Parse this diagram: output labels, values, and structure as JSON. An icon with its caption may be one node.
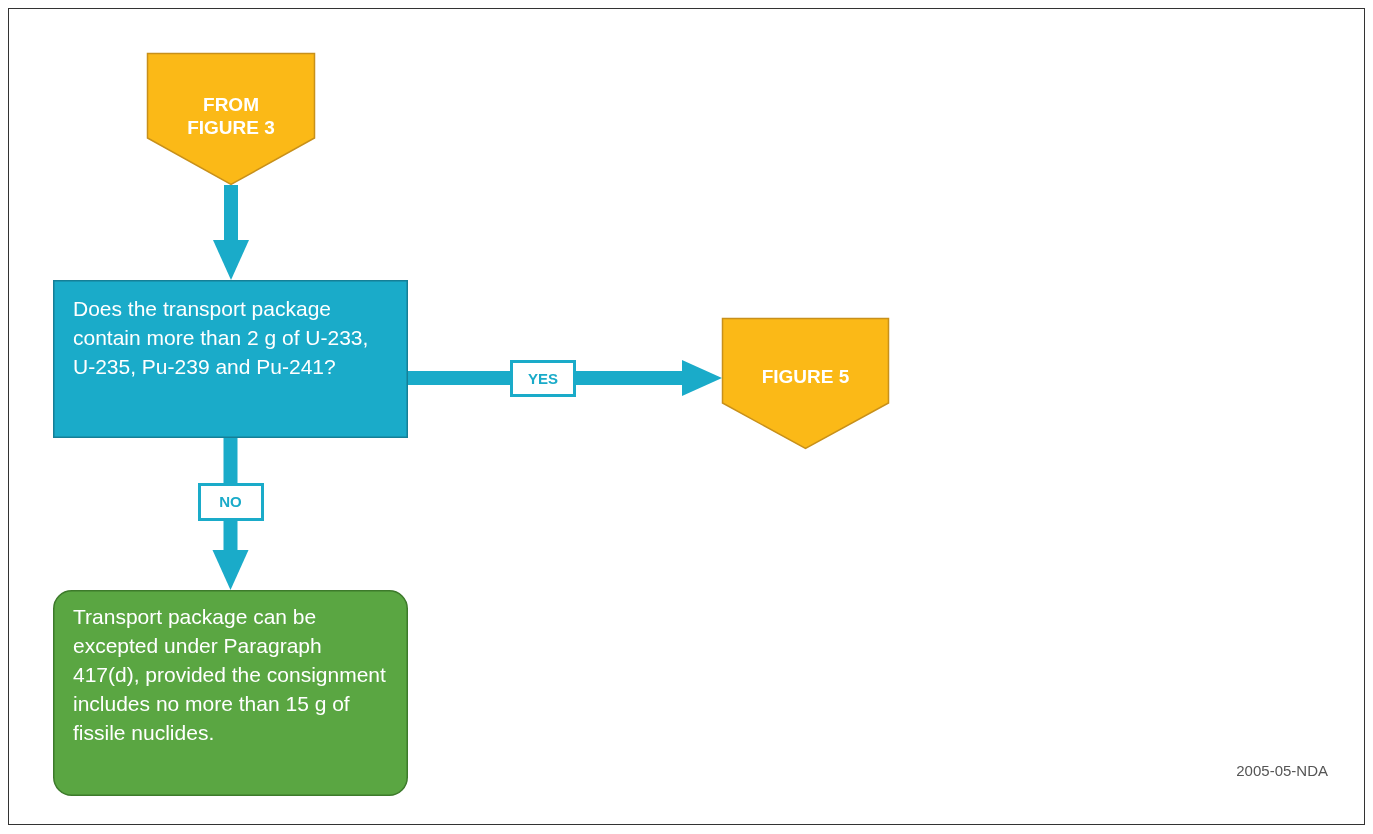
{
  "diagram": {
    "nodes": [
      {
        "text": [
          "FROM FIGURE 3"
        ]
      },
      {
        "text": [
          "Does the transport package contain more than 2 g of U-233, U-235, Pu-239 and Pu-241?"
        ]
      },
      {
        "text": [
          "FIGURE 5"
        ]
      },
      {
        "text": [
          "Transport package can be excepted under Paragraph 417(d), provided the consignment includes no more than 15 g of fissile nuclides."
        ]
      }
    ],
    "edges": [
      {
        "from": 0,
        "to": 1,
        "arrow": "to"
      },
      {
        "from": 1,
        "to": 2,
        "arrow": "to",
        "label": "YES"
      },
      {
        "from": 1,
        "to": 3,
        "arrow": "to",
        "label": "NO"
      }
    ],
    "labels": [
      "2005-05-NDA"
    ]
  }
}
